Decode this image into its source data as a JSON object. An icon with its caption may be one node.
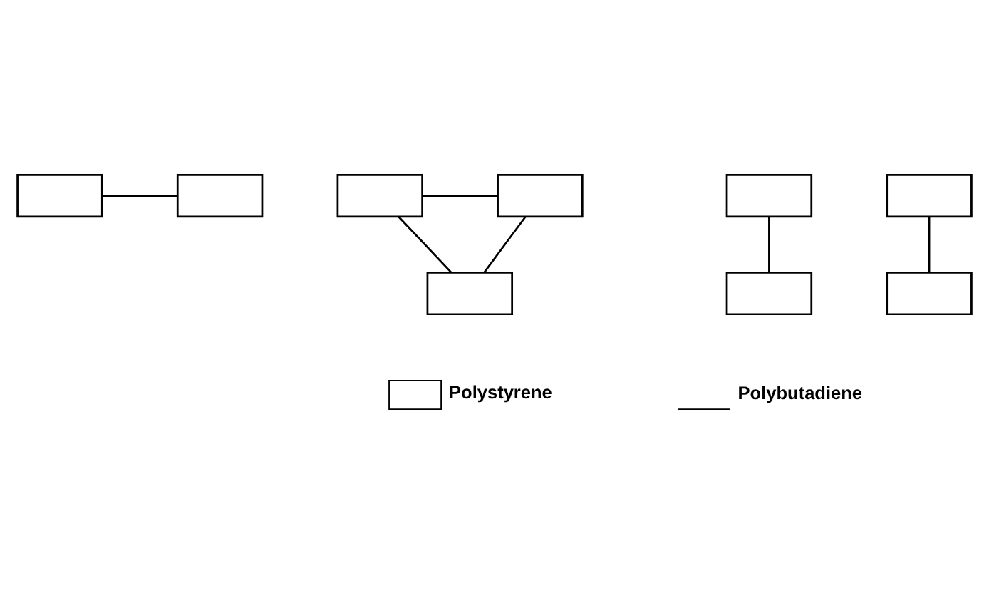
{
  "diagram": {
    "nodes": [
      {
        "text": [],
        "shape": "box"
      },
      {
        "text": [],
        "shape": "box"
      },
      {
        "text": [],
        "shape": "box"
      },
      {
        "text": [],
        "shape": "box"
      },
      {
        "text": [],
        "shape": "box"
      },
      {
        "text": [],
        "shape": "box"
      },
      {
        "text": [],
        "shape": "box"
      },
      {
        "text": [],
        "shape": "box"
      },
      {
        "text": [],
        "shape": "box"
      }
    ],
    "edges": [
      {
        "from": 0,
        "to": 1,
        "arrow": "none"
      },
      {
        "from": 2,
        "to": 3,
        "arrow": "none"
      },
      {
        "from": 2,
        "to": 4,
        "arrow": "none"
      },
      {
        "from": 3,
        "to": 4,
        "arrow": "none"
      },
      {
        "from": 5,
        "to": 8,
        "arrow": "none"
      },
      {
        "from": 6,
        "to": 7,
        "arrow": "none"
      }
    ],
    "legend": [
      {
        "text": "Polystyrene"
      },
      {
        "text": "Polybutadiene"
      }
    ]
  }
}
